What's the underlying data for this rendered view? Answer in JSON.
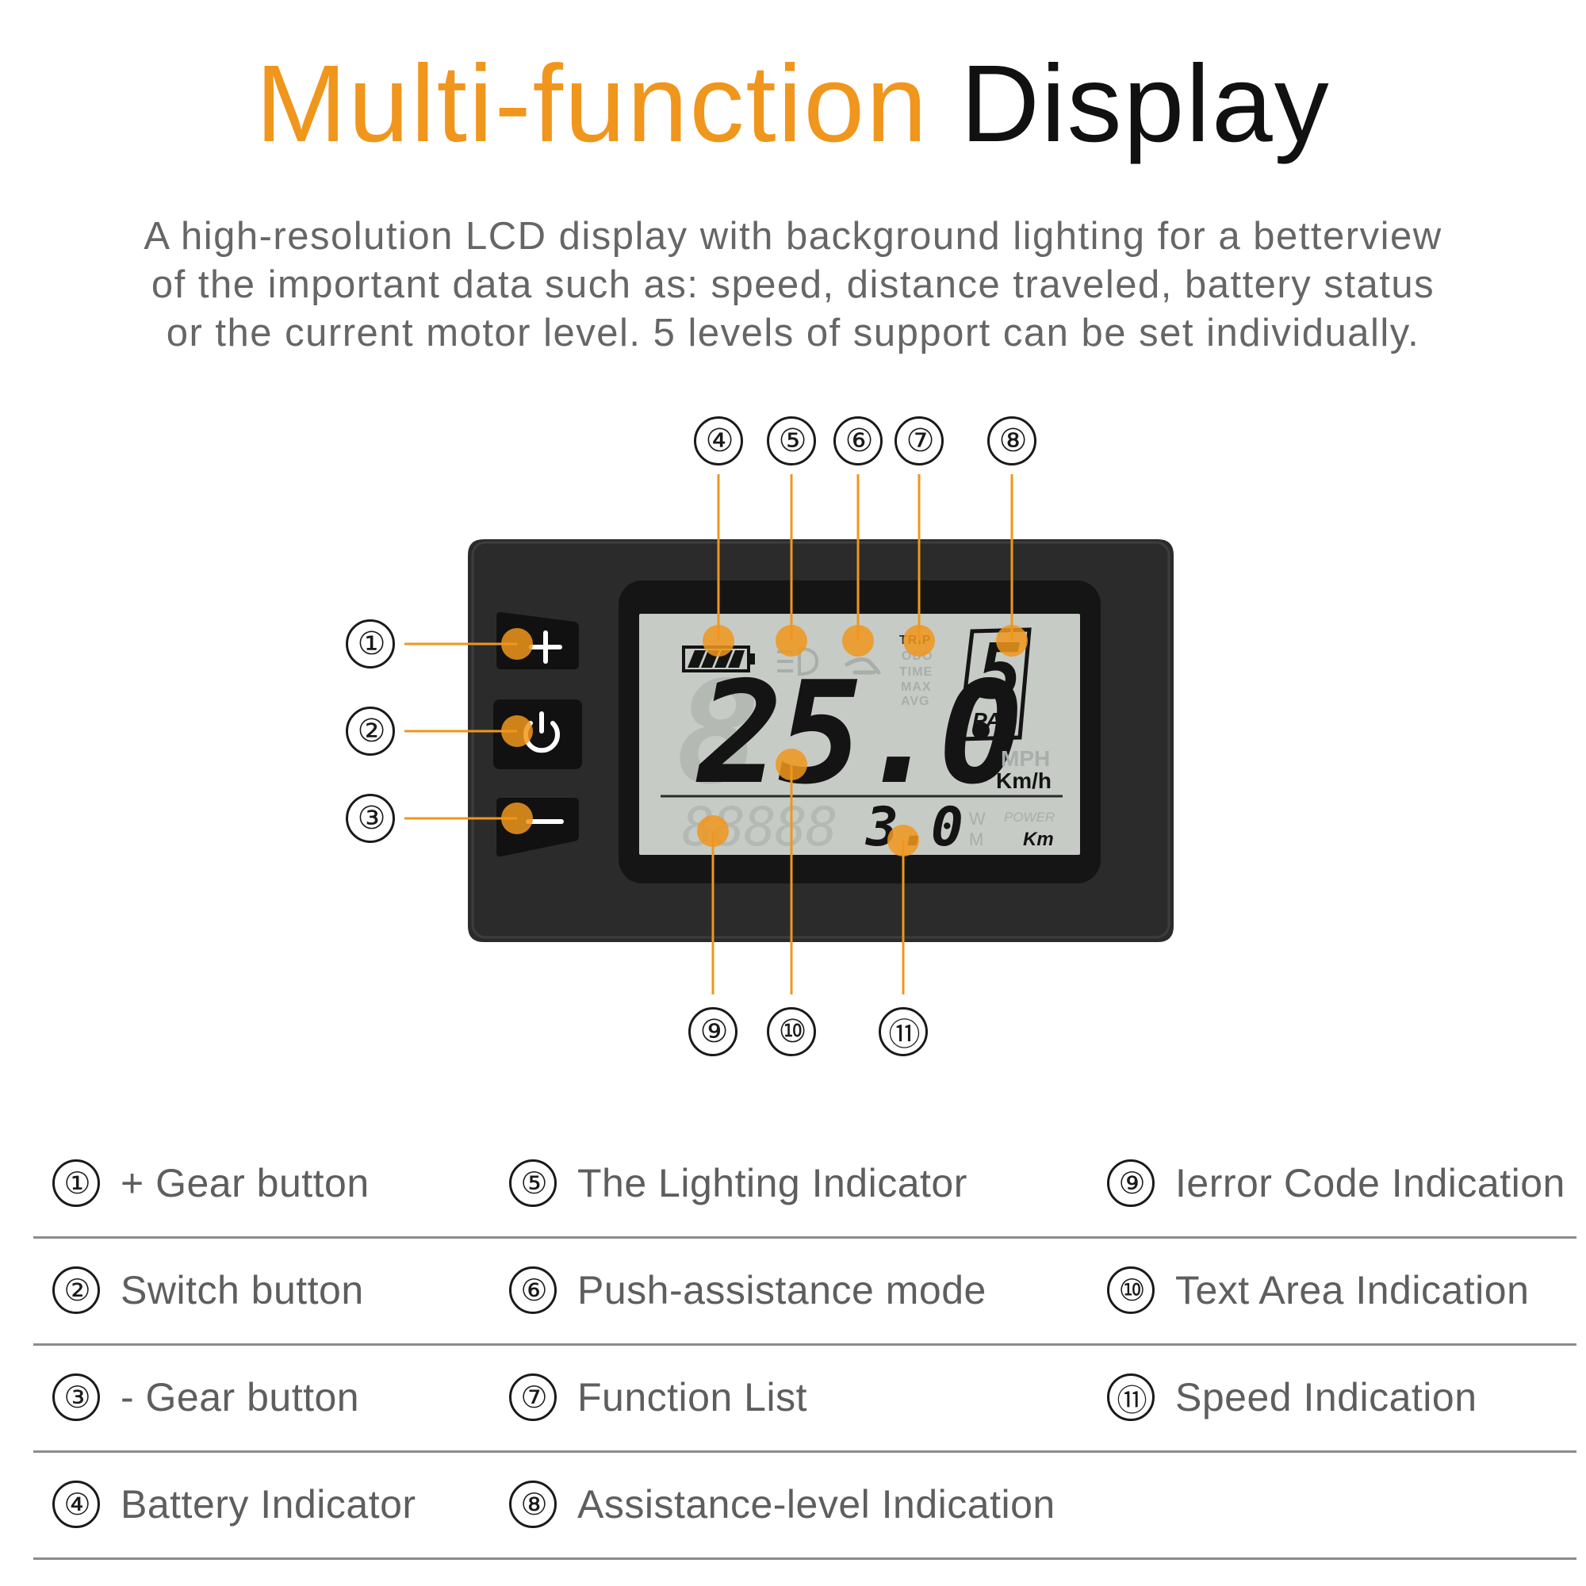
{
  "title": {
    "accent": "Multi-function",
    "dark": "Display"
  },
  "description": [
    "A high-resolution LCD display with background lighting for a betterview",
    "of the important data such as: speed, distance traveled, battery status",
    "or the current motor level. 5 levels of support can be set individually."
  ],
  "colors": {
    "accent": "#f0961c",
    "device_body": "#2b2b2b",
    "lcd": "#c7cbc6",
    "lcd_segment": "#141414"
  },
  "device": {
    "buttons": [
      {
        "icon": "plus-icon"
      },
      {
        "icon": "power-icon"
      },
      {
        "icon": "minus-icon"
      }
    ],
    "lcd": {
      "speed": "25.0",
      "speed_unit_active": "Km/h",
      "speed_unit_inactive": "MPH",
      "function_list": [
        "TRIP",
        "ODO",
        "TIME",
        "MAX",
        "AVG"
      ],
      "pas_level": "5",
      "pas_label": "PAS",
      "distance": "3.0",
      "distance_unit_active": "Km",
      "power_label": "POWER",
      "unit_w": "W",
      "unit_m": "M"
    }
  },
  "callouts": {
    "c1": "①",
    "c2": "②",
    "c3": "③",
    "c4": "④",
    "c5": "⑤",
    "c6": "⑥",
    "c7": "⑦",
    "c8": "⑧",
    "c9": "⑨",
    "c10": "⑩",
    "c11": "⑪"
  },
  "legend": [
    [
      {
        "mark": "①",
        "label": "+ Gear button"
      },
      {
        "mark": "⑤",
        "label": "The Lighting Indicator"
      },
      {
        "mark": "⑨",
        "label": "Ierror Code Indication"
      }
    ],
    [
      {
        "mark": "②",
        "label": "Switch button"
      },
      {
        "mark": "⑥",
        "label": "Push-assistance mode"
      },
      {
        "mark": "⑩",
        "label": "Text Area Indication"
      }
    ],
    [
      {
        "mark": "③",
        "label": "- Gear button"
      },
      {
        "mark": "⑦",
        "label": "Function List"
      },
      {
        "mark": "⑪",
        "label": "Speed Indication"
      }
    ],
    [
      {
        "mark": "④",
        "label": "Battery Indicator"
      },
      {
        "mark": "⑧",
        "label": "Assistance-level Indication"
      }
    ]
  ]
}
